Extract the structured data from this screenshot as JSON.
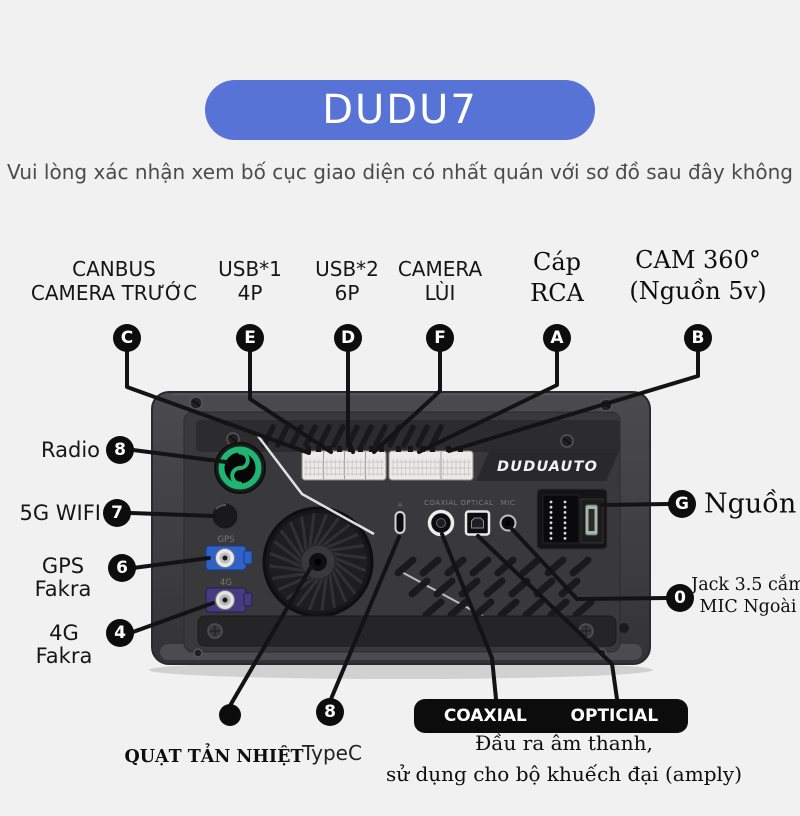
{
  "header": {
    "title": "DUDU7",
    "subtitle": "Vui lòng xác nhận xem bố cục giao diện có nhất quán với sơ đồ sau đây không"
  },
  "top_callouts": {
    "canbus": {
      "line1": "CANBUS",
      "line2": "CAMERA TRƯỚC",
      "badge": "C"
    },
    "usb1": {
      "line1": "USB*1",
      "line2": "4P",
      "badge": "E"
    },
    "usb2": {
      "line1": "USB*2",
      "line2": "6P",
      "badge": "D"
    },
    "camera_rear": {
      "line1": "CAMERA",
      "line2": "LÙI",
      "badge": "F"
    },
    "rca": {
      "line1": "Cáp",
      "line2": "RCA",
      "badge": "A"
    },
    "cam360": {
      "line1": "CAM 360°",
      "line2": "(Nguồn 5v)",
      "badge": "B"
    }
  },
  "left_callouts": {
    "radio": {
      "label": "Radio",
      "badge": "8"
    },
    "wifi5g": {
      "label": "5G WIFI",
      "badge": "7"
    },
    "gps": {
      "line1": "GPS",
      "line2": "Fakra",
      "badge": "6"
    },
    "lte4g": {
      "line1": "4G",
      "line2": "Fakra",
      "badge": "4"
    }
  },
  "right_callouts": {
    "power": {
      "label": "Nguồn",
      "badge": "G"
    },
    "mic_jack": {
      "line1": "Jack 3.5 cắm",
      "line2": "MIC Ngoài",
      "badge": "0"
    }
  },
  "bottom_callouts": {
    "fan": {
      "label": "QUẠT TẢN NHIỆT"
    },
    "typec": {
      "label": "TypeC",
      "badge": "8"
    },
    "audio_outputs": {
      "coaxial": "COAXIAL",
      "optical": "OPTICIAL"
    },
    "audio_note": {
      "line1": "Đầu ra âm thanh,",
      "line2": "sử dụng cho bộ khuếch đại (amply)"
    }
  },
  "device": {
    "brand": "DUDUAUTO",
    "engraved": {
      "coaxial": "COAXIAL",
      "optical": "OPTICAL",
      "mic": "MIC",
      "gps": "GPS",
      "lte": "4G"
    }
  },
  "colors": {
    "title_pill": "#5873d6",
    "badge": "#0d0d0d",
    "background": "#f1f1f2",
    "accent_green": "#1fb573"
  }
}
